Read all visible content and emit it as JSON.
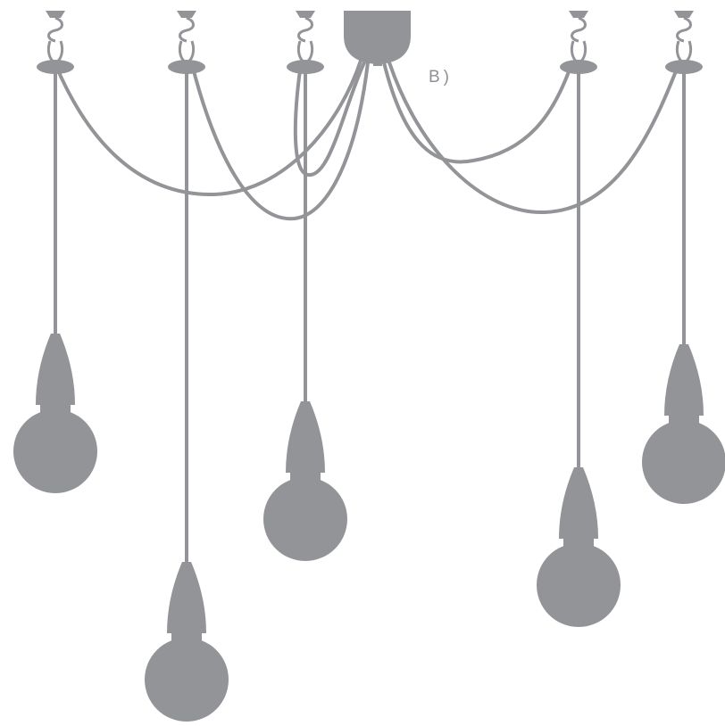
{
  "diagram": {
    "label": "B)",
    "colors": {
      "lamp": "#939498",
      "wire": "#939498",
      "background": "#ffffff"
    },
    "pendants": [
      {
        "name": "pendant-1"
      },
      {
        "name": "pendant-2"
      },
      {
        "name": "pendant-3"
      },
      {
        "name": "pendant-4"
      },
      {
        "name": "pendant-5"
      }
    ]
  }
}
